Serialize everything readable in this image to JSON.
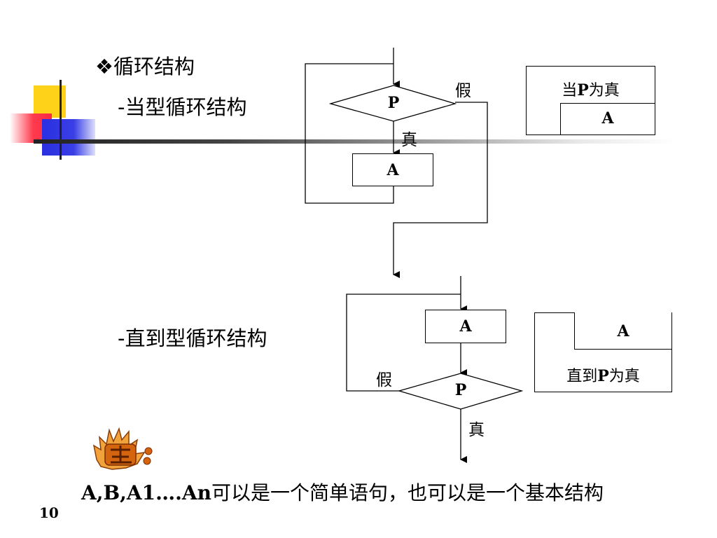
{
  "title": "循环结构",
  "title_bullet": "❖",
  "subheadings": {
    "while_loop": "-当型循环结构",
    "until_loop": "-直到型循环结构"
  },
  "while_flowchart": {
    "condition": "P",
    "process": "A",
    "true_label": "真",
    "false_label": "假"
  },
  "while_ns": {
    "condition_prefix": "当",
    "condition_var": "P",
    "condition_suffix": "为真",
    "body": "A"
  },
  "until_flowchart": {
    "process": "A",
    "condition": "P",
    "true_label": "真",
    "false_label": "假"
  },
  "until_ns": {
    "body": "A",
    "condition_prefix": "直到",
    "condition_var": "P",
    "condition_suffix": "为真"
  },
  "footer": {
    "items": "A,B,A1….An",
    "text": "可以是一个简单语句，也可以是一个基本结构"
  },
  "page_number": "10",
  "colors": {
    "accent_yellow": "#ffd21a",
    "accent_red": "#ff2a44",
    "accent_blue": "#2a2fe0",
    "note_icon": "#e07a10"
  }
}
